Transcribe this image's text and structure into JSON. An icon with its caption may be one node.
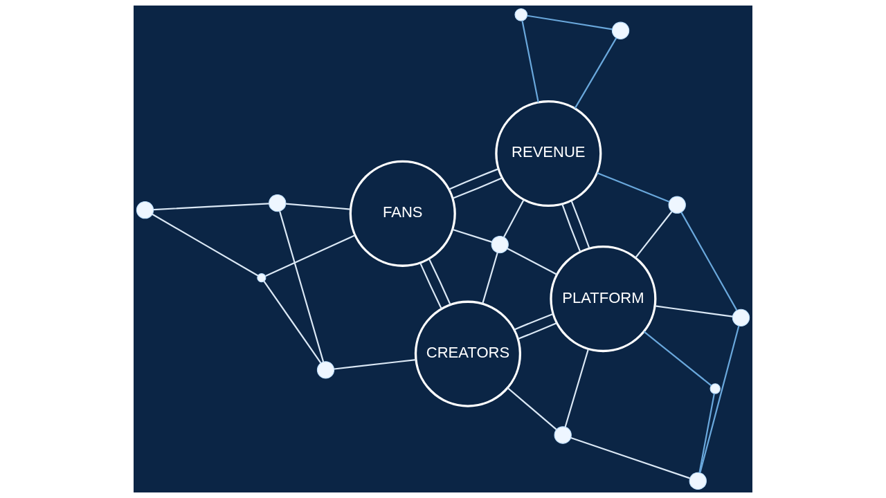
{
  "diagram": {
    "nodes": [
      {
        "text": [
          "CREATORS"
        ]
      },
      {
        "text": [
          "FANS"
        ]
      },
      {
        "text": [
          "PLATFORM"
        ]
      },
      {
        "text": [
          "REVENUE"
        ]
      },
      {
        "text": [],
        "shape": "circle"
      },
      {
        "text": [],
        "shape": "circle"
      },
      {
        "text": [],
        "shape": "circle"
      },
      {
        "text": [],
        "shape": "circle"
      },
      {
        "text": [],
        "shape": "circle"
      },
      {
        "text": [],
        "shape": "circle"
      },
      {
        "text": [],
        "shape": "circle"
      },
      {
        "text": [],
        "shape": "circle"
      },
      {
        "text": [],
        "shape": "circle"
      },
      {
        "text": [],
        "shape": "circle"
      },
      {
        "text": [],
        "shape": "circle"
      },
      {
        "text": [],
        "shape": "circle"
      }
    ],
    "edges": [
      {
        "from": 1,
        "to": 0,
        "arrow": "none"
      },
      {
        "from": 1,
        "to": 0,
        "arrow": "none"
      },
      {
        "from": 0,
        "to": 2,
        "arrow": "none"
      },
      {
        "from": 0,
        "to": 2,
        "arrow": "none"
      },
      {
        "from": 1,
        "to": 3,
        "arrow": "none"
      },
      {
        "from": 1,
        "to": 3,
        "arrow": "none"
      },
      {
        "from": 3,
        "to": 2,
        "arrow": "none"
      },
      {
        "from": 3,
        "to": 2,
        "arrow": "none"
      },
      {
        "from": 0,
        "to": 7,
        "arrow": "none"
      },
      {
        "from": 1,
        "to": 7,
        "arrow": "none"
      },
      {
        "from": 7,
        "to": 2,
        "arrow": "none"
      },
      {
        "from": 7,
        "to": 3,
        "arrow": "none"
      },
      {
        "from": 4,
        "to": 0,
        "arrow": "none"
      },
      {
        "from": 0,
        "to": 9,
        "arrow": "none"
      },
      {
        "from": 5,
        "to": 4,
        "arrow": "none"
      },
      {
        "from": 5,
        "to": 1,
        "arrow": "none"
      },
      {
        "from": 5,
        "to": 6,
        "arrow": "none"
      },
      {
        "from": 6,
        "to": 15,
        "arrow": "none"
      },
      {
        "from": 15,
        "to": 1,
        "arrow": "none"
      },
      {
        "from": 4,
        "to": 15,
        "arrow": "none"
      },
      {
        "from": 9,
        "to": 2,
        "arrow": "none"
      },
      {
        "from": 9,
        "to": 10,
        "arrow": "none"
      },
      {
        "from": 2,
        "to": 12,
        "arrow": "none"
      },
      {
        "from": 2,
        "to": 13,
        "arrow": "none"
      },
      {
        "from": 11,
        "to": 10,
        "arrow": "none",
        "color": "#6aa8dc"
      },
      {
        "from": 11,
        "to": 2,
        "arrow": "none",
        "color": "#6aa8dc"
      },
      {
        "from": 10,
        "to": 12,
        "arrow": "none",
        "color": "#6aa8dc"
      },
      {
        "from": 13,
        "to": 12,
        "arrow": "none",
        "color": "#6aa8dc"
      },
      {
        "from": 3,
        "to": 13,
        "arrow": "none",
        "color": "#6aa8dc"
      },
      {
        "from": 8,
        "to": 3,
        "arrow": "none",
        "color": "#6aa8dc"
      },
      {
        "from": 8,
        "to": 14,
        "arrow": "none",
        "color": "#6aa8dc"
      },
      {
        "from": 14,
        "to": 3,
        "arrow": "none",
        "color": "#6aa8dc"
      }
    ]
  }
}
